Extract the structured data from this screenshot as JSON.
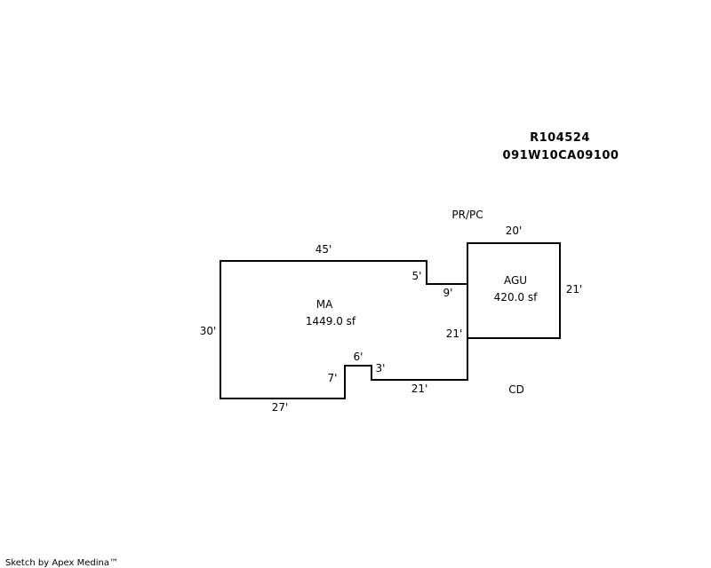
{
  "header": {
    "parcel_id": "R104524",
    "map_number": "091W10CA09100"
  },
  "areas": {
    "main": {
      "code": "MA",
      "area": "1449.0 sf"
    },
    "garage": {
      "code": "AGU",
      "area": "420.0 sf"
    }
  },
  "labels": {
    "pr_pc": "PR/PC",
    "cd": "CD"
  },
  "dimensions": {
    "top_45": "45'",
    "step_5": "5'",
    "step_9": "9'",
    "garage_top_20": "20'",
    "garage_right_21": "21'",
    "garage_left_21": "21'",
    "left_30": "30'",
    "bottom_27": "27'",
    "notch_7": "7'",
    "notch_6": "6'",
    "notch_3": "3'",
    "bottom_21": "21'"
  },
  "footer": {
    "credit": "Sketch by Apex Medina™"
  }
}
